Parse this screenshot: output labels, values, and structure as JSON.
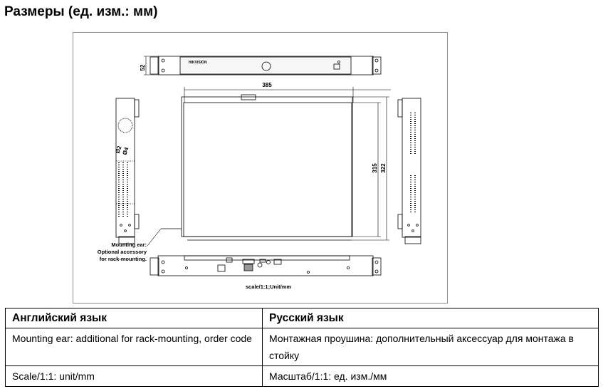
{
  "page_title": "Размеры (ед. изм.: мм)",
  "drawing": {
    "dim_height": "52",
    "dim_width": "385",
    "dim_depth_inner": "315",
    "dim_depth_outer": "322",
    "hole_small": "Ø2",
    "hole_large": "Ø4",
    "callout_line1": "Mounting ear:",
    "callout_line2": "Optional accessory",
    "callout_line3": "for rack-mounting.",
    "scale_note": "scale/1:1;Unit/mm",
    "brand_mark": "HIKVISION"
  },
  "table": {
    "headers": [
      "Английский язык",
      "Русский язык"
    ],
    "rows": [
      [
        "Mounting ear: additional for rack-mounting, order code",
        "Монтажная проушина: дополнительный аксессуар для монтажа в стойку"
      ],
      [
        "Scale/1:1: unit/mm",
        "Масштаб/1:1: ед. изм./мм"
      ]
    ]
  }
}
